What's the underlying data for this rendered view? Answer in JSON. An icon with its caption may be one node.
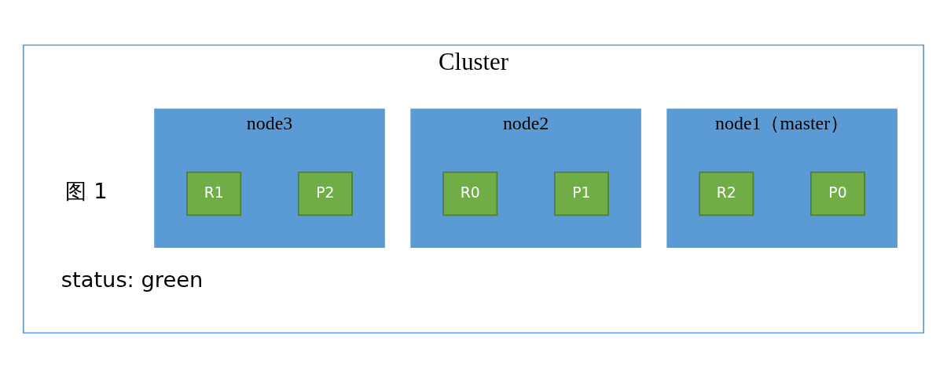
{
  "diagram": {
    "nodes": [
      {
        "text": [
          "Cluster"
        ]
      },
      {
        "text": [
          "node1（master）"
        ],
        "in": 0
      },
      {
        "text": [
          "P0"
        ],
        "in": 1
      },
      {
        "text": [
          "R2"
        ],
        "in": 1
      },
      {
        "text": [
          "node2"
        ],
        "in": 0
      },
      {
        "text": [
          "P1"
        ],
        "in": 4
      },
      {
        "text": [
          "R0"
        ],
        "in": 4
      },
      {
        "text": [
          "node3"
        ],
        "in": 0
      },
      {
        "text": [
          "P2"
        ],
        "in": 7
      },
      {
        "text": [
          "R1"
        ],
        "in": 7
      }
    ],
    "edges": [],
    "labels": [
      "图 1",
      "status: green"
    ]
  }
}
